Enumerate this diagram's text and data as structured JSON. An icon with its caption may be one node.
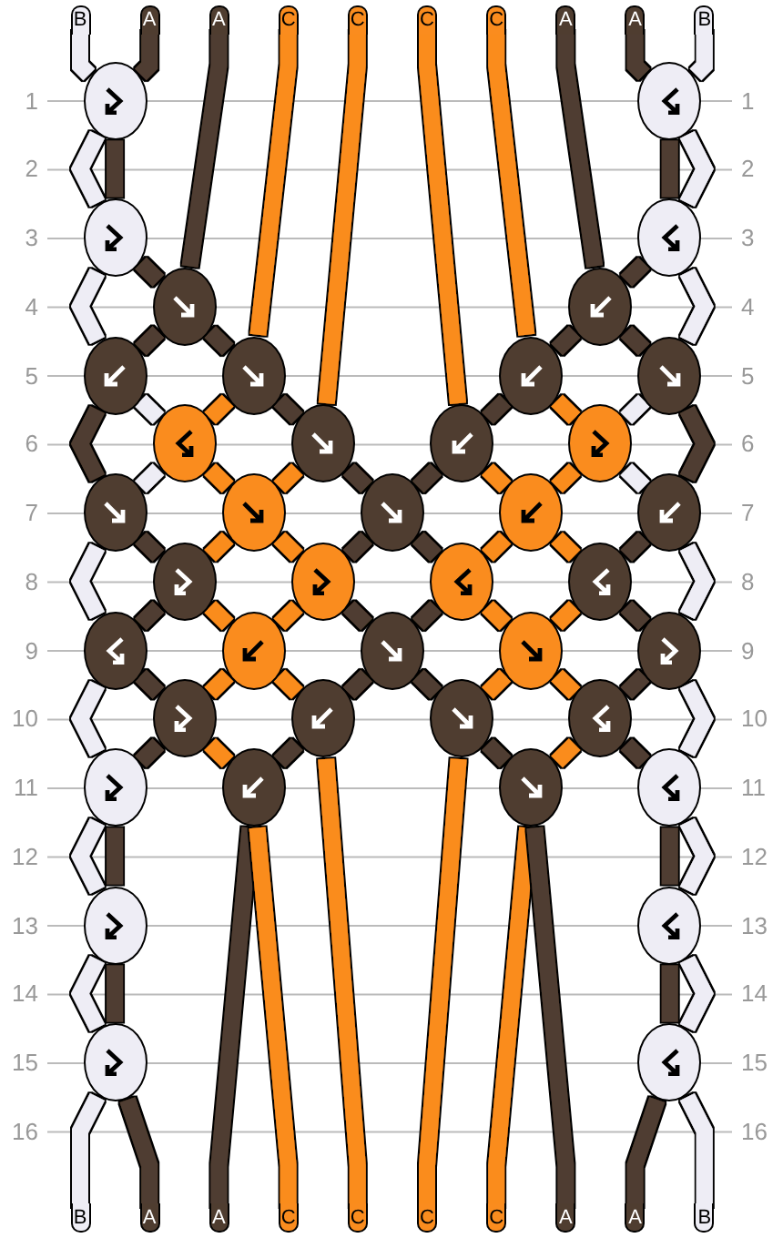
{
  "diagram": {
    "nodes": [
      {
        "text": [
          "B"
        ]
      },
      {
        "text": [
          "A"
        ]
      },
      {
        "text": [
          "A"
        ]
      },
      {
        "text": [
          "C"
        ]
      },
      {
        "text": [
          "C"
        ]
      },
      {
        "text": [
          "C"
        ]
      },
      {
        "text": [
          "C"
        ]
      },
      {
        "text": [
          "A"
        ]
      },
      {
        "text": [
          "A"
        ]
      },
      {
        "text": [
          "B"
        ]
      },
      {
        "text": [],
        "shape": "ellipse"
      },
      {
        "text": [],
        "shape": "ellipse"
      },
      {
        "text": [],
        "shape": "ellipse"
      },
      {
        "text": [],
        "shape": "ellipse"
      },
      {
        "text": [],
        "shape": "ellipse"
      },
      {
        "text": [],
        "shape": "ellipse"
      },
      {
        "text": [],
        "shape": "ellipse"
      },
      {
        "text": [],
        "shape": "ellipse"
      },
      {
        "text": [],
        "shape": "ellipse"
      },
      {
        "text": [],
        "shape": "ellipse"
      },
      {
        "text": [],
        "shape": "ellipse"
      },
      {
        "text": [],
        "shape": "ellipse"
      },
      {
        "text": [],
        "shape": "ellipse"
      },
      {
        "text": [],
        "shape": "ellipse"
      },
      {
        "text": [],
        "shape": "ellipse"
      },
      {
        "text": [],
        "shape": "ellipse"
      },
      {
        "text": [],
        "shape": "ellipse"
      },
      {
        "text": [],
        "shape": "ellipse"
      },
      {
        "text": [],
        "shape": "ellipse"
      },
      {
        "text": [],
        "shape": "ellipse"
      },
      {
        "text": [],
        "shape": "ellipse"
      },
      {
        "text": [],
        "shape": "ellipse"
      },
      {
        "text": [],
        "shape": "ellipse"
      },
      {
        "text": [],
        "shape": "ellipse"
      },
      {
        "text": [],
        "shape": "ellipse"
      },
      {
        "text": [],
        "shape": "ellipse"
      },
      {
        "text": [],
        "shape": "ellipse"
      },
      {
        "text": [],
        "shape": "ellipse"
      },
      {
        "text": [],
        "shape": "ellipse"
      },
      {
        "text": [],
        "shape": "ellipse"
      },
      {
        "text": [],
        "shape": "ellipse"
      },
      {
        "text": [],
        "shape": "ellipse"
      },
      {
        "text": [],
        "shape": "ellipse"
      },
      {
        "text": [],
        "shape": "ellipse"
      },
      {
        "text": [],
        "shape": "ellipse"
      },
      {
        "text": [],
        "shape": "ellipse"
      },
      {
        "text": [],
        "shape": "ellipse"
      },
      {
        "text": [],
        "shape": "ellipse"
      },
      {
        "text": [],
        "shape": "ellipse"
      },
      {
        "text": [],
        "shape": "ellipse"
      },
      {
        "text": [
          "B"
        ]
      },
      {
        "text": [
          "A"
        ]
      },
      {
        "text": [
          "A"
        ]
      },
      {
        "text": [
          "C"
        ]
      },
      {
        "text": [
          "C"
        ]
      },
      {
        "text": [
          "C"
        ]
      },
      {
        "text": [
          "C"
        ]
      },
      {
        "text": [
          "A"
        ]
      },
      {
        "text": [
          "A"
        ]
      },
      {
        "text": [
          "B"
        ]
      }
    ],
    "edges": [
      {
        "from": 0,
        "to": 10,
        "arrow": "none",
        "color": "#eeedf5"
      },
      {
        "from": 10,
        "to": 12,
        "arrow": "none",
        "color": "#eeedf5"
      },
      {
        "from": 12,
        "to": 16,
        "arrow": "none",
        "color": "#eeedf5"
      },
      {
        "from": 16,
        "to": 20,
        "arrow": "none",
        "color": "#eeedf5"
      },
      {
        "from": 20,
        "to": 24,
        "arrow": "none",
        "color": "#eeedf5"
      },
      {
        "from": 24,
        "to": 33,
        "arrow": "none",
        "color": "#eeedf5"
      },
      {
        "from": 33,
        "to": 42,
        "arrow": "none",
        "color": "#eeedf5"
      },
      {
        "from": 42,
        "to": 46,
        "arrow": "none",
        "color": "#eeedf5"
      },
      {
        "from": 46,
        "to": 48,
        "arrow": "none",
        "color": "#eeedf5"
      },
      {
        "from": 48,
        "to": 50,
        "arrow": "none",
        "color": "#eeedf5"
      },
      {
        "from": 1,
        "to": 10,
        "arrow": "none"
      },
      {
        "from": 10,
        "to": 12,
        "arrow": "none"
      },
      {
        "from": 12,
        "to": 14,
        "arrow": "none"
      },
      {
        "from": 14,
        "to": 17,
        "arrow": "none"
      },
      {
        "from": 17,
        "to": 21,
        "arrow": "none"
      },
      {
        "from": 21,
        "to": 26,
        "arrow": "none"
      },
      {
        "from": 26,
        "to": 31,
        "arrow": "none"
      },
      {
        "from": 31,
        "to": 35,
        "arrow": "none"
      },
      {
        "from": 35,
        "to": 39,
        "arrow": "none"
      },
      {
        "from": 39,
        "to": 43,
        "arrow": "none"
      },
      {
        "from": 43,
        "to": 52,
        "arrow": "none"
      },
      {
        "from": 2,
        "to": 14,
        "arrow": "none"
      },
      {
        "from": 14,
        "to": 16,
        "arrow": "none"
      },
      {
        "from": 16,
        "to": 24,
        "arrow": "none"
      },
      {
        "from": 24,
        "to": 29,
        "arrow": "none"
      },
      {
        "from": 29,
        "to": 33,
        "arrow": "none"
      },
      {
        "from": 33,
        "to": 38,
        "arrow": "none"
      },
      {
        "from": 38,
        "to": 42,
        "arrow": "none"
      },
      {
        "from": 42,
        "to": 46,
        "arrow": "none"
      },
      {
        "from": 46,
        "to": 48,
        "arrow": "none"
      },
      {
        "from": 48,
        "to": 51,
        "arrow": "none"
      },
      {
        "from": 3,
        "to": 17,
        "arrow": "none",
        "color": "#fa8c1e"
      },
      {
        "from": 17,
        "to": 20,
        "arrow": "none",
        "color": "#fa8c1e"
      },
      {
        "from": 20,
        "to": 25,
        "arrow": "none",
        "color": "#fa8c1e"
      },
      {
        "from": 25,
        "to": 30,
        "arrow": "none",
        "color": "#fa8c1e"
      },
      {
        "from": 30,
        "to": 34,
        "arrow": "none",
        "color": "#fa8c1e"
      },
      {
        "from": 34,
        "to": 38,
        "arrow": "none",
        "color": "#fa8c1e"
      },
      {
        "from": 38,
        "to": 43,
        "arrow": "none",
        "color": "#fa8c1e"
      },
      {
        "from": 43,
        "to": 53,
        "arrow": "none",
        "color": "#fa8c1e"
      },
      {
        "from": 4,
        "to": 21,
        "arrow": "none",
        "color": "#fa8c1e"
      },
      {
        "from": 21,
        "to": 25,
        "arrow": "none",
        "color": "#fa8c1e"
      },
      {
        "from": 25,
        "to": 29,
        "arrow": "none",
        "color": "#fa8c1e"
      },
      {
        "from": 29,
        "to": 34,
        "arrow": "none",
        "color": "#fa8c1e"
      },
      {
        "from": 34,
        "to": 39,
        "arrow": "none",
        "color": "#fa8c1e"
      },
      {
        "from": 39,
        "to": 54,
        "arrow": "none",
        "color": "#fa8c1e"
      },
      {
        "from": 5,
        "to": 22,
        "arrow": "none",
        "color": "#fa8c1e"
      },
      {
        "from": 22,
        "to": 27,
        "arrow": "none",
        "color": "#fa8c1e"
      },
      {
        "from": 27,
        "to": 32,
        "arrow": "none",
        "color": "#fa8c1e"
      },
      {
        "from": 32,
        "to": 36,
        "arrow": "none",
        "color": "#fa8c1e"
      },
      {
        "from": 36,
        "to": 40,
        "arrow": "none",
        "color": "#fa8c1e"
      },
      {
        "from": 40,
        "to": 55,
        "arrow": "none",
        "color": "#fa8c1e"
      },
      {
        "from": 6,
        "to": 18,
        "arrow": "none",
        "color": "#fa8c1e"
      },
      {
        "from": 18,
        "to": 23,
        "arrow": "none",
        "color": "#fa8c1e"
      },
      {
        "from": 23,
        "to": 27,
        "arrow": "none",
        "color": "#fa8c1e"
      },
      {
        "from": 27,
        "to": 31,
        "arrow": "none",
        "color": "#fa8c1e"
      },
      {
        "from": 31,
        "to": 36,
        "arrow": "none",
        "color": "#fa8c1e"
      },
      {
        "from": 36,
        "to": 41,
        "arrow": "none",
        "color": "#fa8c1e"
      },
      {
        "from": 41,
        "to": 44,
        "arrow": "none",
        "color": "#fa8c1e"
      },
      {
        "from": 44,
        "to": 56,
        "arrow": "none",
        "color": "#fa8c1e"
      },
      {
        "from": 7,
        "to": 15,
        "arrow": "none"
      },
      {
        "from": 15,
        "to": 19,
        "arrow": "none"
      },
      {
        "from": 19,
        "to": 28,
        "arrow": "none"
      },
      {
        "from": 28,
        "to": 32,
        "arrow": "none"
      },
      {
        "from": 32,
        "to": 37,
        "arrow": "none"
      },
      {
        "from": 37,
        "to": 41,
        "arrow": "none"
      },
      {
        "from": 41,
        "to": 45,
        "arrow": "none"
      },
      {
        "from": 45,
        "to": 47,
        "arrow": "none"
      },
      {
        "from": 47,
        "to": 49,
        "arrow": "none"
      },
      {
        "from": 49,
        "to": 58,
        "arrow": "none"
      },
      {
        "from": 8,
        "to": 11,
        "arrow": "none"
      },
      {
        "from": 11,
        "to": 13,
        "arrow": "none"
      },
      {
        "from": 13,
        "to": 15,
        "arrow": "none"
      },
      {
        "from": 15,
        "to": 18,
        "arrow": "none"
      },
      {
        "from": 18,
        "to": 22,
        "arrow": "none"
      },
      {
        "from": 22,
        "to": 26,
        "arrow": "none"
      },
      {
        "from": 26,
        "to": 30,
        "arrow": "none"
      },
      {
        "from": 30,
        "to": 35,
        "arrow": "none"
      },
      {
        "from": 35,
        "to": 40,
        "arrow": "none"
      },
      {
        "from": 40,
        "to": 44,
        "arrow": "none"
      },
      {
        "from": 44,
        "to": 57,
        "arrow": "none"
      },
      {
        "from": 9,
        "to": 11,
        "arrow": "none",
        "color": "#eeedf5"
      },
      {
        "from": 11,
        "to": 13,
        "arrow": "none",
        "color": "#eeedf5"
      },
      {
        "from": 13,
        "to": 19,
        "arrow": "none",
        "color": "#eeedf5"
      },
      {
        "from": 19,
        "to": 23,
        "arrow": "none",
        "color": "#eeedf5"
      },
      {
        "from": 23,
        "to": 28,
        "arrow": "none",
        "color": "#eeedf5"
      },
      {
        "from": 28,
        "to": 37,
        "arrow": "none",
        "color": "#eeedf5"
      },
      {
        "from": 37,
        "to": 45,
        "arrow": "none",
        "color": "#eeedf5"
      },
      {
        "from": 45,
        "to": 47,
        "arrow": "none",
        "color": "#eeedf5"
      },
      {
        "from": 47,
        "to": 49,
        "arrow": "none",
        "color": "#eeedf5"
      },
      {
        "from": 49,
        "to": 59,
        "arrow": "none",
        "color": "#eeedf5"
      }
    ],
    "labels": [
      "1",
      "1",
      "2",
      "2",
      "3",
      "3",
      "4",
      "4",
      "5",
      "5",
      "6",
      "6",
      "7",
      "7",
      "8",
      "8",
      "9",
      "9",
      "10",
      "10",
      "11",
      "11",
      "12",
      "12",
      "13",
      "13",
      "14",
      "14",
      "15",
      "15",
      "16",
      "16"
    ]
  }
}
